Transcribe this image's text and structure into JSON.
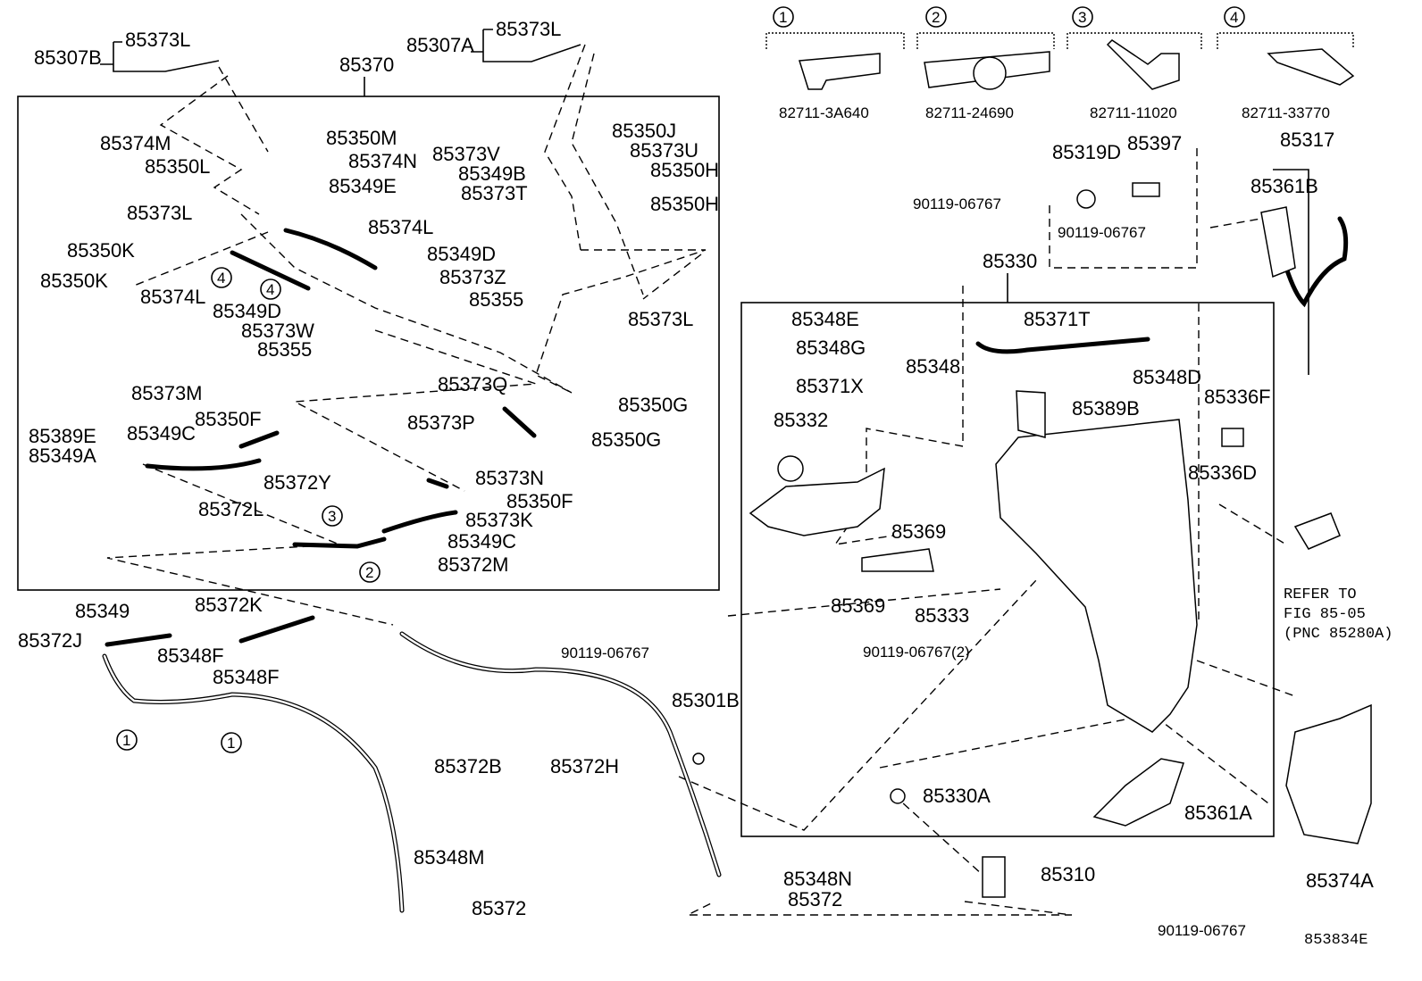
{
  "diagram_id": "853834E",
  "assemblies": {
    "left_box": "85370",
    "right_box": "85330"
  },
  "legend": [
    {
      "marker": "1",
      "part": "82711-3A640"
    },
    {
      "marker": "2",
      "part": "82711-24690"
    },
    {
      "marker": "3",
      "part": "82711-11020"
    },
    {
      "marker": "4",
      "part": "82711-33770"
    }
  ],
  "callouts": [
    "4",
    "4",
    "3",
    "2",
    "1",
    "1"
  ],
  "labels": [
    "85373L",
    "85307B",
    "85370",
    "85373L",
    "85307A",
    "85374M",
    "85350M",
    "85350L",
    "85374N",
    "85349E",
    "85373L",
    "85374L",
    "85350K",
    "85350K",
    "85349D",
    "85373Z",
    "85374L",
    "85355",
    "85349D",
    "85373W",
    "85355",
    "85373V",
    "85350J",
    "85373U",
    "85349B",
    "85350H",
    "85373T",
    "85350H",
    "85373L",
    "85373M",
    "85373Q",
    "85350G",
    "85350F",
    "85389E",
    "85349C",
    "85373P",
    "85350G",
    "85349A",
    "85372Y",
    "85373N",
    "85372L",
    "85350F",
    "85373K",
    "85349C",
    "85372M",
    "85372K",
    "85349",
    "85372J",
    "85348F",
    "85348F",
    "85372B",
    "85372H",
    "85301B",
    "85348M",
    "85372",
    "85348N",
    "85372",
    "85319D",
    "85397",
    "85317",
    "85361B",
    "85330",
    "85348E",
    "85348G",
    "85348",
    "85371T",
    "85348D",
    "85371X",
    "85336F",
    "85389B",
    "85332",
    "85336D",
    "85369",
    "85369",
    "85333",
    "85330A",
    "85361A",
    "85310",
    "85374A"
  ],
  "bolt_labels": [
    "90119-06767",
    "90119-06767",
    "90119-06767",
    "90119-06767(2)",
    "90119-06767"
  ],
  "reference_note": [
    "REFER TO",
    "FIG 85-05",
    "(PNC 85280A)"
  ]
}
